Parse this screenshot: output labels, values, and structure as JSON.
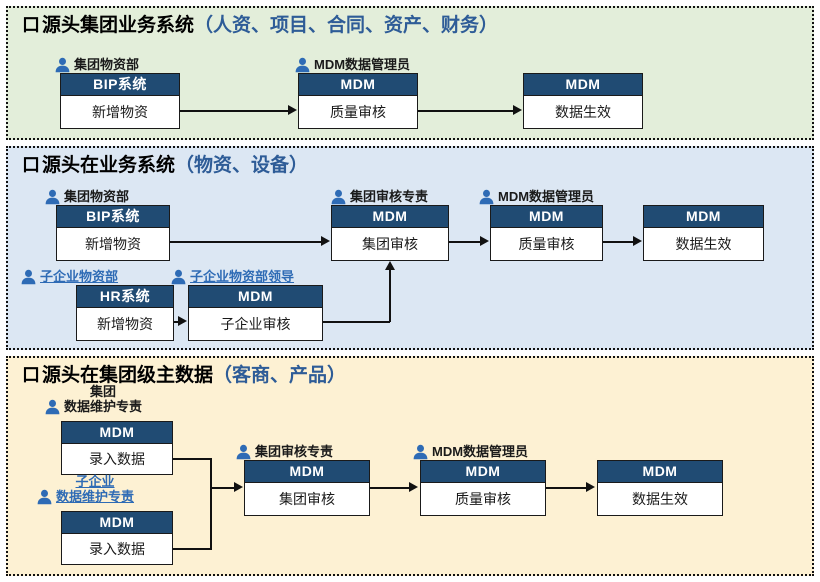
{
  "diagram": {
    "title_bullet": "口",
    "person_icon_name": "person-icon",
    "colors": {
      "section1_bg": "#E3EEDA",
      "section2_bg": "#DCE7F3",
      "section3_bg": "#FDF1D3",
      "box_header_bg": "#204B73",
      "box_body_bg": "#FFFFFF",
      "title_accent_blue": "#2E5C97",
      "subenterprise_blue": "#2E6BB5",
      "connector_black": "#111111"
    }
  },
  "sections": [
    {
      "id": "source-group-business-system",
      "title_main": "源头集团业务系统",
      "title_paren": "（人资、项目、合同、资产、财务）",
      "roles": [
        {
          "id": "group-materials-dept",
          "label": "集团物资部",
          "style": "black"
        },
        {
          "id": "mdm-data-admin",
          "label": "MDM数据管理员",
          "style": "black"
        }
      ],
      "boxes": [
        {
          "id": "s1-bip-add-material",
          "header": "BIP系统",
          "body": "新增物资"
        },
        {
          "id": "s1-mdm-quality-review",
          "header": "MDM",
          "body": "质量审核"
        },
        {
          "id": "s1-mdm-data-effective",
          "header": "MDM",
          "body": "数据生效"
        }
      ]
    },
    {
      "id": "source-in-business-system",
      "title_main": "源头在业务系统",
      "title_paren": "（物资、设备）",
      "roles": [
        {
          "id": "group-materials-dept",
          "label": "集团物资部",
          "style": "black"
        },
        {
          "id": "group-review-owner",
          "label": "集团审核专责",
          "style": "black"
        },
        {
          "id": "mdm-data-admin",
          "label": "MDM数据管理员",
          "style": "black"
        },
        {
          "id": "sub-enterprise-materials-dept",
          "label": "子企业物资部",
          "style": "blue"
        },
        {
          "id": "sub-enterprise-materials-leader",
          "label": "子企业物资部领导",
          "style": "blue"
        }
      ],
      "boxes": [
        {
          "id": "s2-bip-add-material",
          "header": "BIP系统",
          "body": "新增物资"
        },
        {
          "id": "s2-mdm-group-review",
          "header": "MDM",
          "body": "集团审核"
        },
        {
          "id": "s2-mdm-quality-review",
          "header": "MDM",
          "body": "质量审核"
        },
        {
          "id": "s2-mdm-data-effective",
          "header": "MDM",
          "body": "数据生效"
        },
        {
          "id": "s2-hr-add-material",
          "header": "HR系统",
          "body": "新增物资"
        },
        {
          "id": "s2-mdm-sub-review",
          "header": "MDM",
          "body": "子企业审核"
        }
      ]
    },
    {
      "id": "source-in-group-master-data",
      "title_main": "源头在集团级主数据",
      "title_paren": "（客商、产品）",
      "roles": [
        {
          "id": "group-data-maintainer",
          "label_line1": "集团",
          "label_line2": "数据维护专责",
          "style": "black"
        },
        {
          "id": "sub-enterprise-data-maintainer",
          "label_line1": "子企业",
          "label_line2": "数据维护专责",
          "style": "blue"
        },
        {
          "id": "group-review-owner",
          "label": "集团审核专责",
          "style": "black"
        },
        {
          "id": "mdm-data-admin",
          "label": "MDM数据管理员",
          "style": "black"
        }
      ],
      "boxes": [
        {
          "id": "s3-mdm-enter-data-group",
          "header": "MDM",
          "body": "录入数据"
        },
        {
          "id": "s3-mdm-enter-data-sub",
          "header": "MDM",
          "body": "录入数据"
        },
        {
          "id": "s3-mdm-group-review",
          "header": "MDM",
          "body": "集团审核"
        },
        {
          "id": "s3-mdm-quality-review",
          "header": "MDM",
          "body": "质量审核"
        },
        {
          "id": "s3-mdm-data-effective",
          "header": "MDM",
          "body": "数据生效"
        }
      ]
    }
  ]
}
